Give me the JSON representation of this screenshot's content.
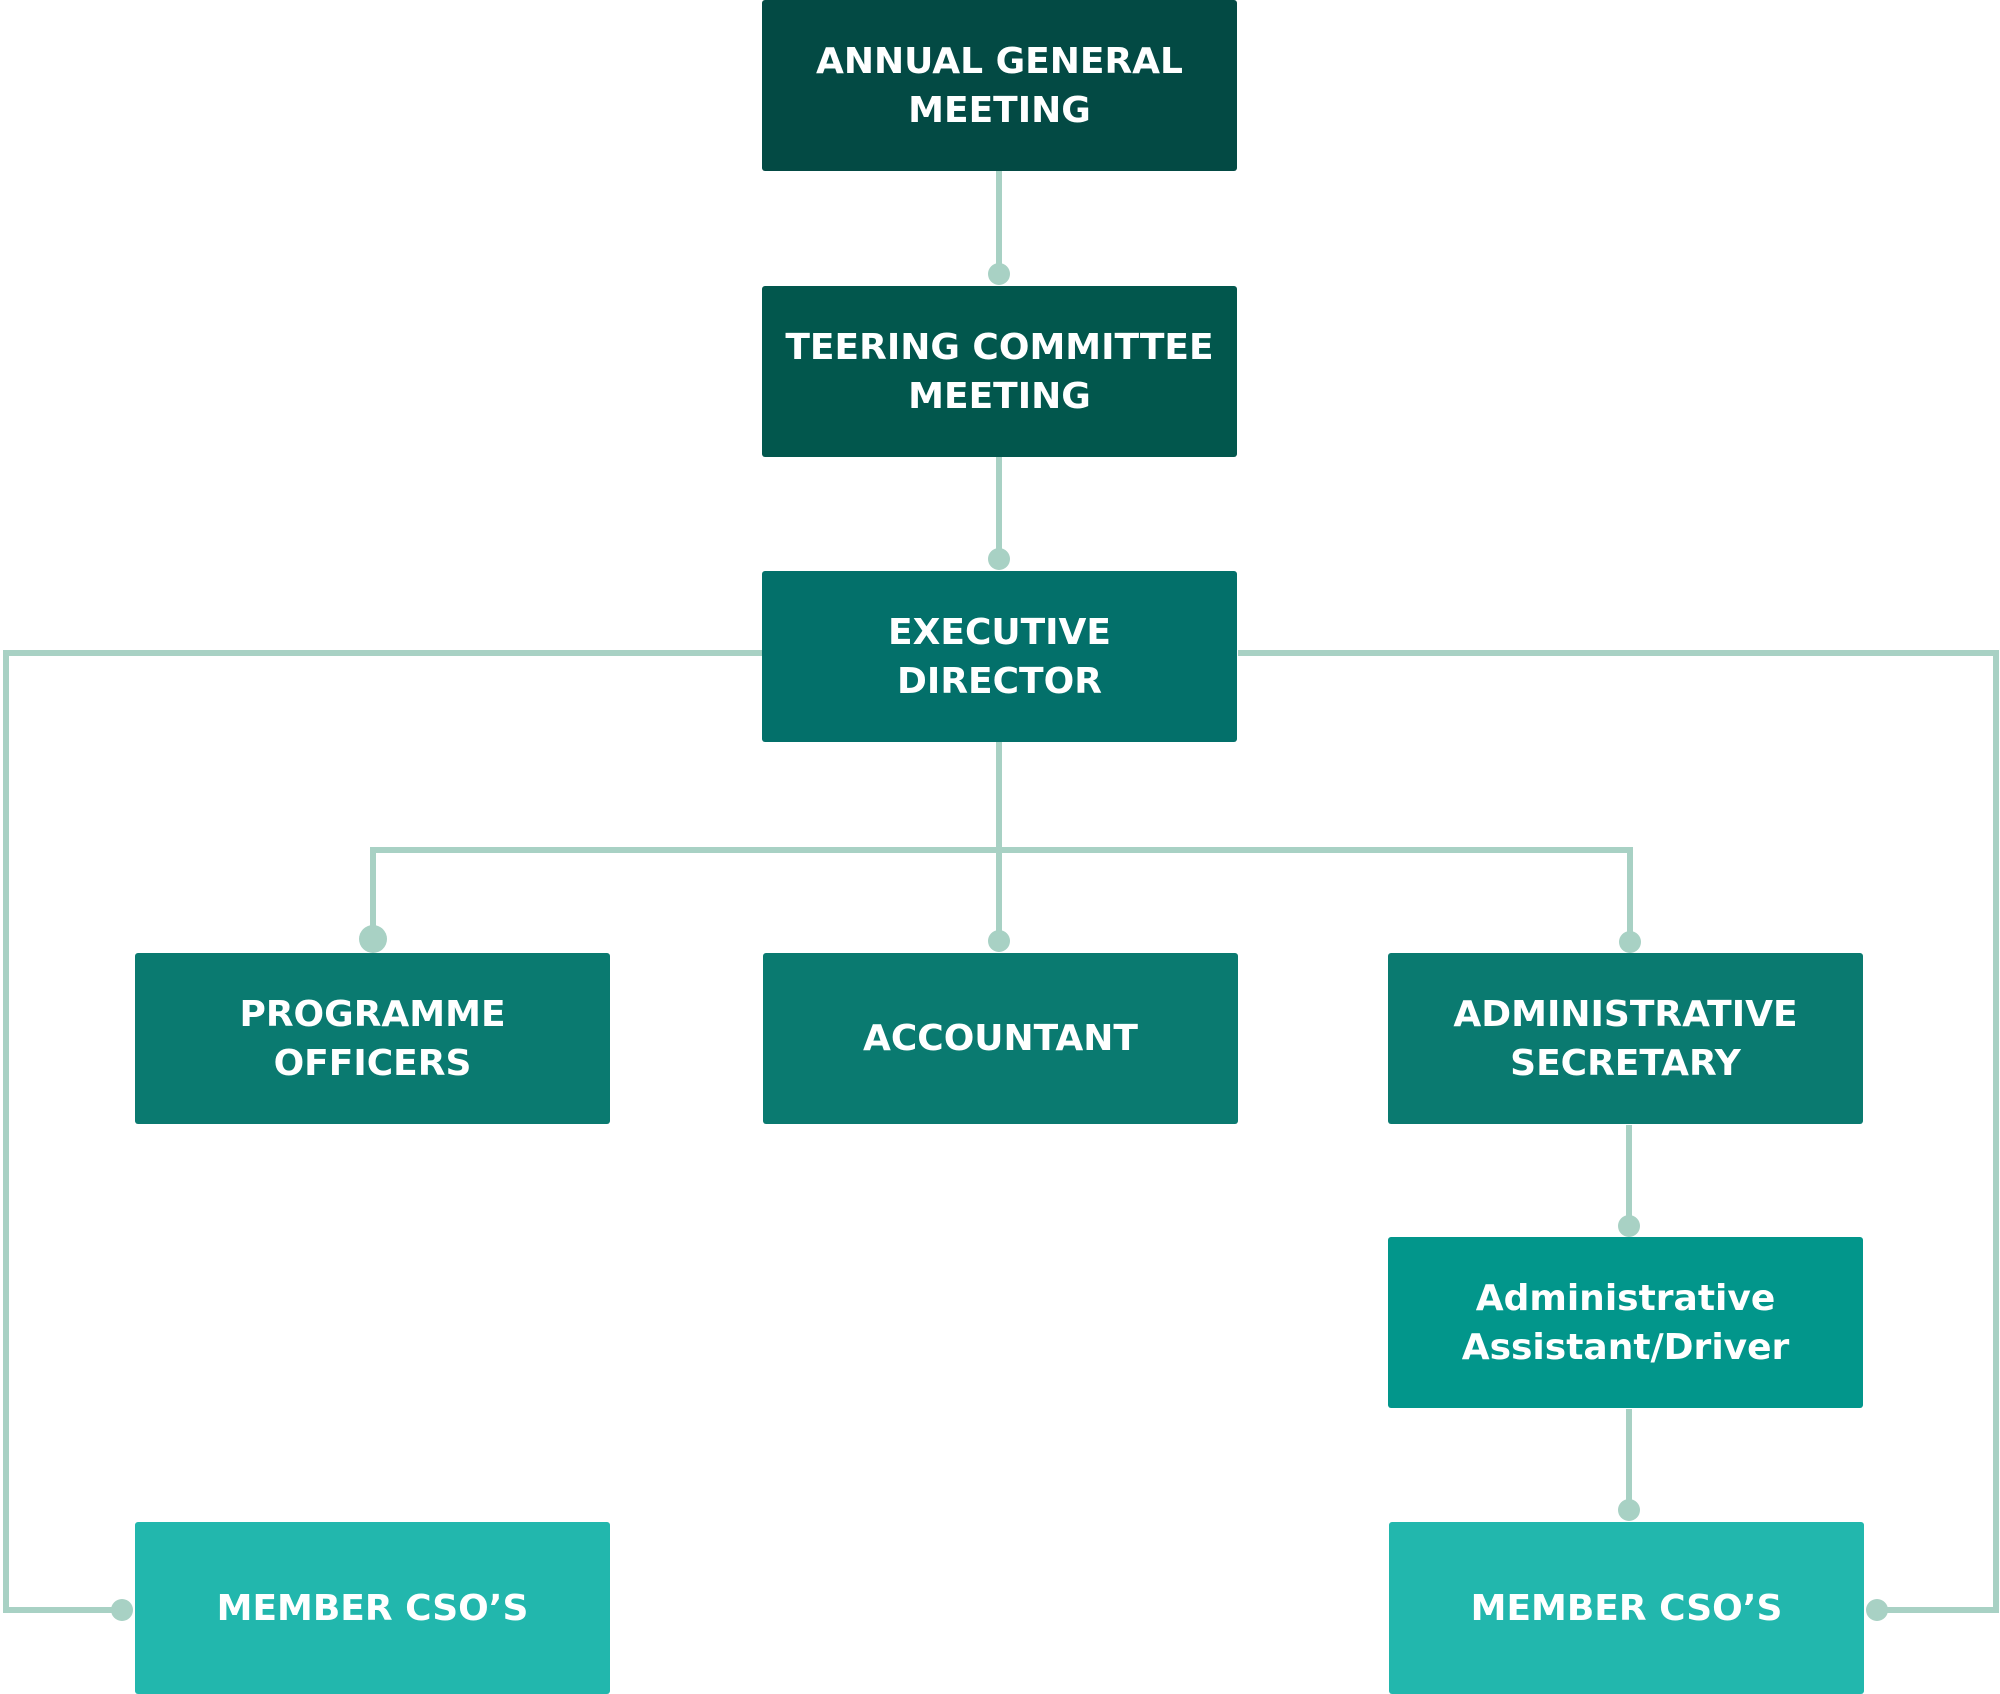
{
  "colors": {
    "connector": "#a8d1c4",
    "agm": "#034a44",
    "committee": "#02574d",
    "director": "#03706a",
    "staff": "#0a7a70",
    "assistant": "#02968b",
    "members": "#22b7ad"
  },
  "nodes": {
    "agm": "ANNUAL GENERAL\nMEETING",
    "committee": "TEERING COMMITTEE\nMEETING",
    "director": "EXECUTIVE\nDIRECTOR",
    "programme_officers": "PROGRAMME\nOFFICERS",
    "accountant": "ACCOUNTANT",
    "admin_secretary": "ADMINISTRATIVE\nSECRETARY",
    "admin_assistant": "Administrative\nAssistant/Driver",
    "members_left": "MEMBER CSO’S",
    "members_right": "MEMBER CSO’S"
  }
}
